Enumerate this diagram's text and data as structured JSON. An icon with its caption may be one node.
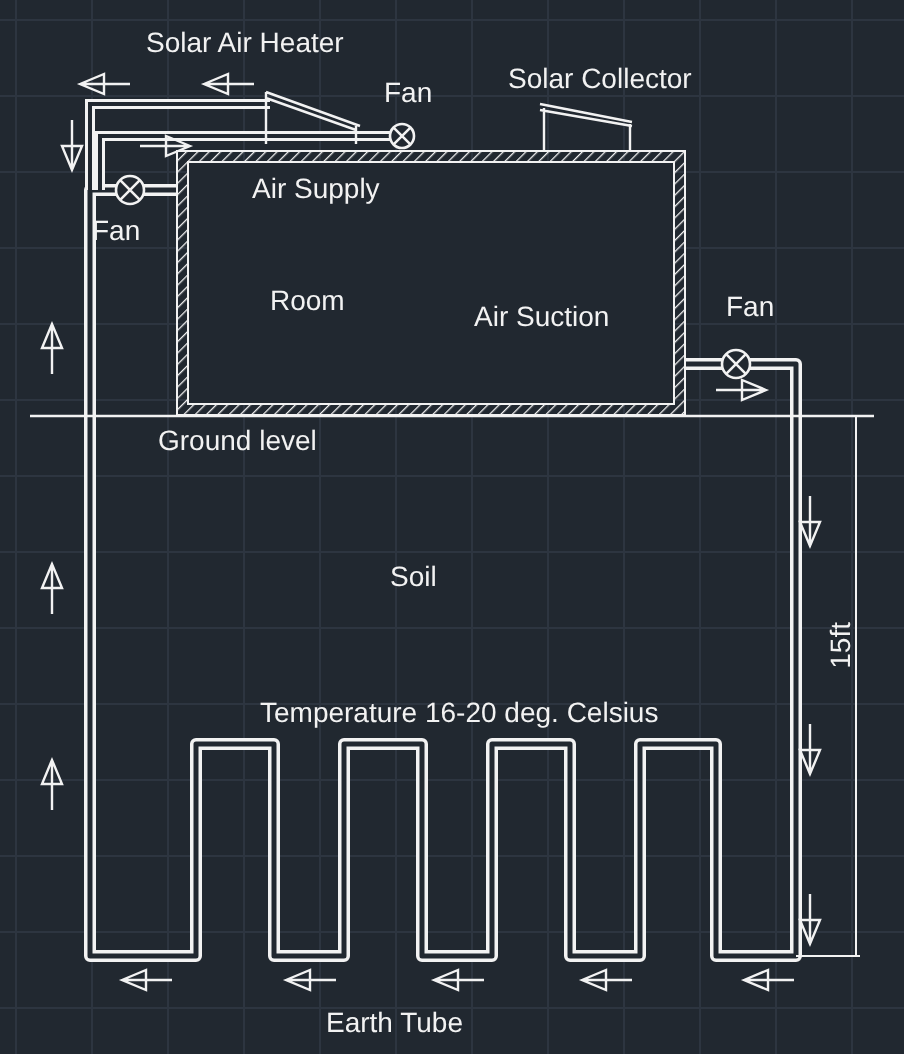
{
  "diagram": {
    "nodes": [
      {
        "text": [
          "Room"
        ]
      }
    ],
    "labels": [
      "Solar Air Heater",
      "Fan",
      "Solar Collector",
      "Fan",
      "Air Supply",
      "Air Suction",
      "Fan",
      "Ground level",
      "Soil",
      "15ft",
      "Temperature 16-20 deg. Celsius",
      "Earth Tube"
    ]
  }
}
